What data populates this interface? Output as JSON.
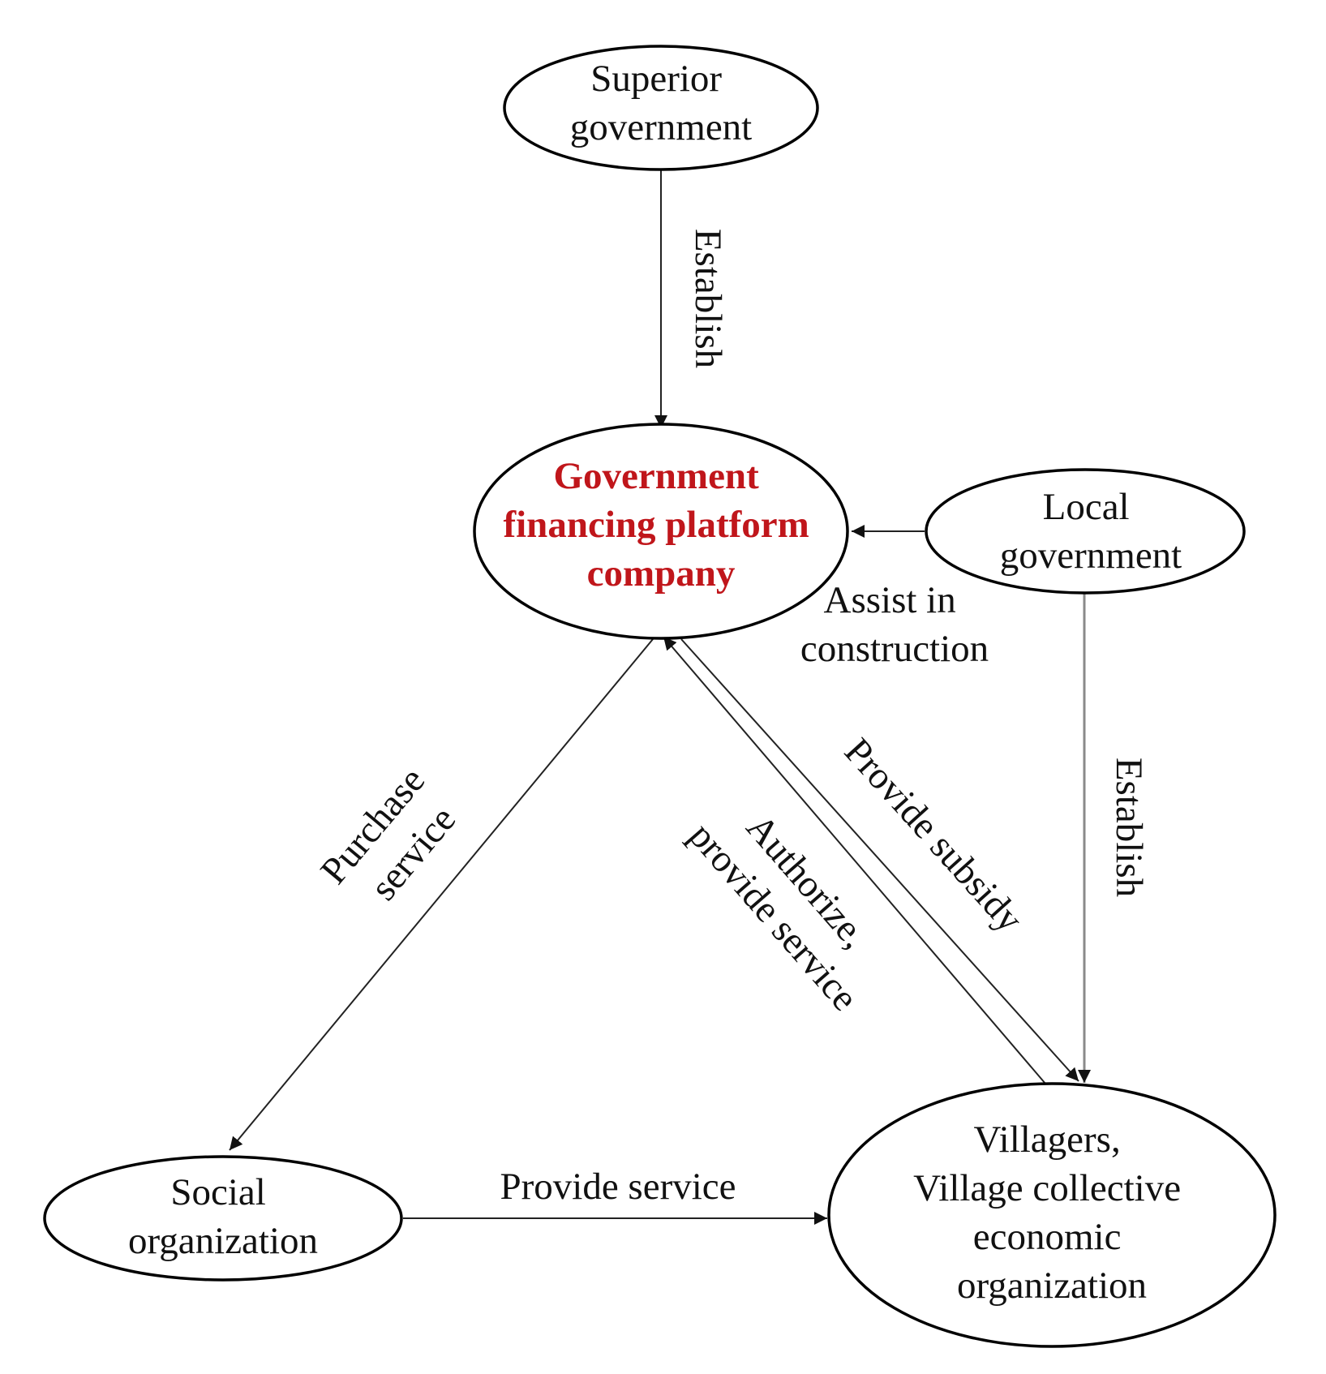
{
  "colors": {
    "highlight": "#c0161b",
    "line": "#222222",
    "gray_line": "#8a8a8a"
  },
  "nodes": {
    "superior_government": {
      "lines": [
        "Superior",
        "government"
      ]
    },
    "platform_company": {
      "lines": [
        "Government",
        "financing platform",
        "company"
      ]
    },
    "local_government": {
      "lines": [
        "Local",
        "government"
      ]
    },
    "social_organization": {
      "lines": [
        "Social",
        "organization"
      ]
    },
    "villagers": {
      "lines": [
        "Villagers,",
        "Village collective",
        "economic",
        "organization"
      ]
    }
  },
  "edges": {
    "superior_establish": {
      "label": "Establish"
    },
    "local_assist": {
      "lines": [
        "Assist in",
        "construction"
      ]
    },
    "local_establish": {
      "label": "Establish"
    },
    "purchase_service": {
      "lines": [
        "Purchase",
        "service"
      ]
    },
    "provide_subsidy": {
      "label": "Provide subsidy"
    },
    "authorize": {
      "lines": [
        "Authorize,",
        "provide service"
      ]
    },
    "provide_service": {
      "label": "Provide service"
    }
  }
}
